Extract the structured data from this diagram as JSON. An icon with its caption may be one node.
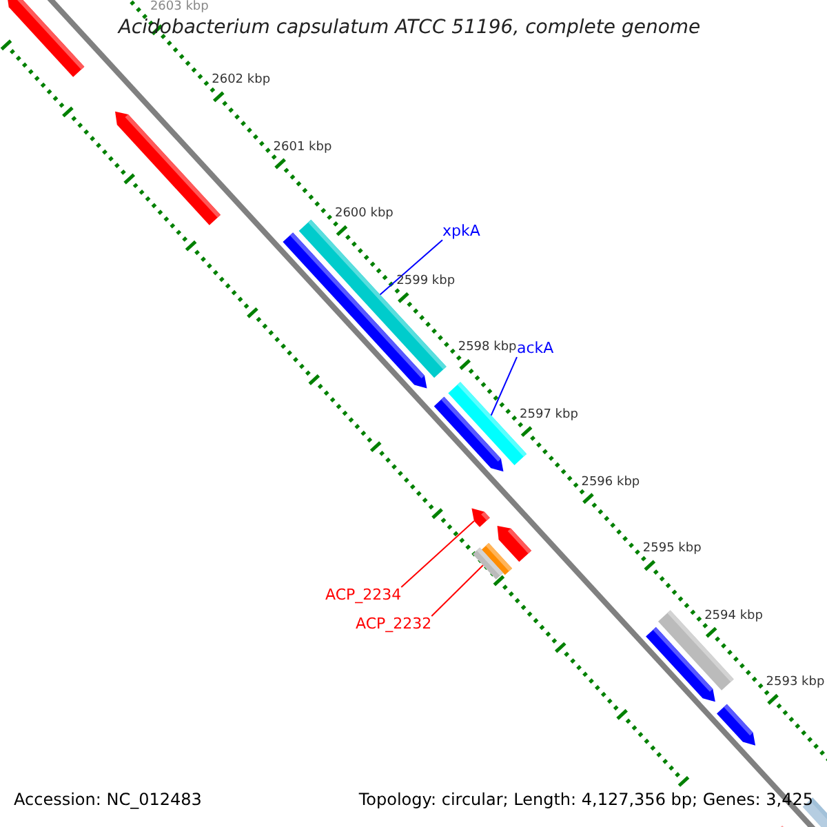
{
  "diagram": {
    "title": "Acidobacterium capsulatum ATCC 51196, complete genome",
    "nodes": [
      {
        "text": [
          "xpkA"
        ]
      },
      {
        "text": [],
        "shape": "bar"
      },
      {
        "text": [
          "ackA"
        ]
      },
      {
        "text": [],
        "shape": "bar"
      },
      {
        "text": [
          "ACP_2234"
        ]
      },
      {
        "text": [],
        "shape": "bar"
      },
      {
        "text": [
          "ACP_2232"
        ]
      },
      {
        "text": [],
        "shape": "bar"
      }
    ],
    "edges": [
      {
        "from": 0,
        "to": 1,
        "arrow": "none",
        "color": "#0000ff"
      },
      {
        "from": 2,
        "to": 3,
        "arrow": "none",
        "color": "#0000ff"
      },
      {
        "from": 4,
        "to": 5,
        "arrow": "none",
        "color": "#ff0000"
      },
      {
        "from": 6,
        "to": 7,
        "arrow": "none",
        "color": "#ff0000"
      }
    ],
    "labels": [
      "2603 kbp",
      "2602 kbp",
      "2601 kbp",
      "2600 kbp",
      "2599 kbp",
      "2598 kbp",
      "2597 kbp",
      "2596 kbp",
      "2595 kbp",
      "2594 kbp",
      "2593 kbp",
      "Accession: NC_012483",
      "Topology: circular; Length: 4,127,356 bp; Genes: 3,425"
    ]
  }
}
